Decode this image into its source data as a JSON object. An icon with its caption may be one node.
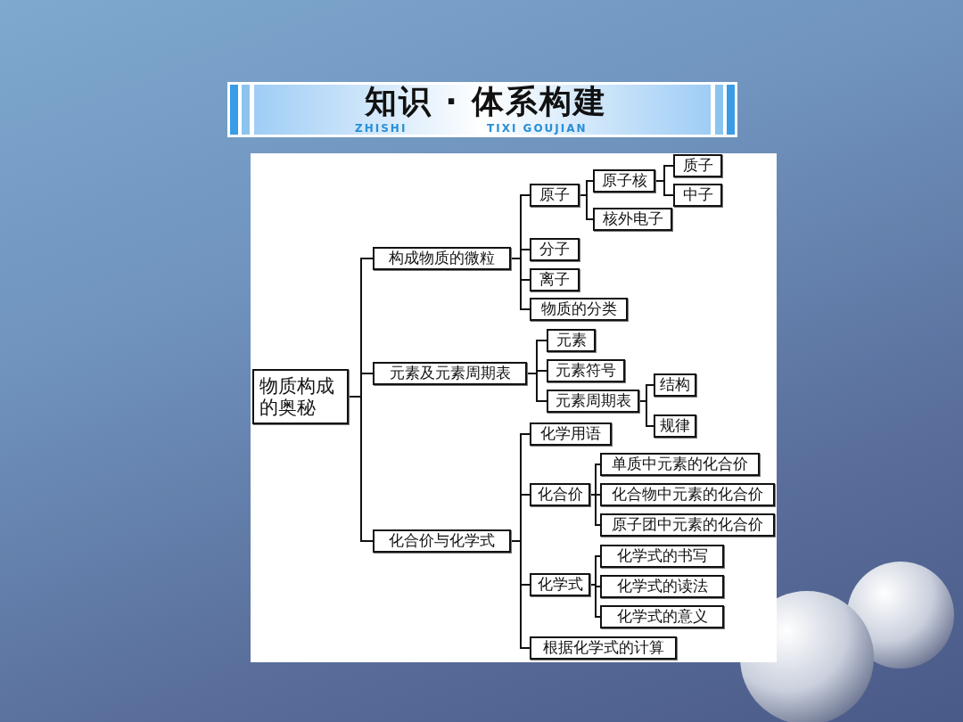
{
  "diagram": {
    "title": "知识 · 体系构建",
    "nodes": [
      {
        "text": [
          "物质构成的奥秘"
        ]
      },
      {
        "text": [
          "构成物质的微粒"
        ]
      },
      {
        "text": [
          "元素及元素周期表"
        ]
      },
      {
        "text": [
          "化合价与化学式"
        ]
      },
      {
        "text": [
          "原子"
        ]
      },
      {
        "text": [
          "分子"
        ]
      },
      {
        "text": [
          "离子"
        ]
      },
      {
        "text": [
          "物质的分类"
        ]
      },
      {
        "text": [
          "原子核"
        ]
      },
      {
        "text": [
          "核外电子"
        ]
      },
      {
        "text": [
          "质子"
        ]
      },
      {
        "text": [
          "中子"
        ]
      },
      {
        "text": [
          "元素"
        ]
      },
      {
        "text": [
          "元素符号"
        ]
      },
      {
        "text": [
          "元素周期表"
        ]
      },
      {
        "text": [
          "结构"
        ]
      },
      {
        "text": [
          "规律"
        ]
      },
      {
        "text": [
          "化学用语"
        ]
      },
      {
        "text": [
          "化合价"
        ]
      },
      {
        "text": [
          "化学式"
        ]
      },
      {
        "text": [
          "根据化学式的计算"
        ]
      },
      {
        "text": [
          "单质中元素的化合价"
        ]
      },
      {
        "text": [
          "化合物中元素的化合价"
        ]
      },
      {
        "text": [
          "原子团中元素的化合价"
        ]
      },
      {
        "text": [
          "化学式的书写"
        ]
      },
      {
        "text": [
          "化学式的读法"
        ]
      },
      {
        "text": [
          "化学式的意义"
        ]
      }
    ],
    "edges": [
      {
        "from": 0,
        "to": 1,
        "arrow": "none"
      },
      {
        "from": 0,
        "to": 2,
        "arrow": "none"
      },
      {
        "from": 0,
        "to": 3,
        "arrow": "none"
      },
      {
        "from": 1,
        "to": 4,
        "arrow": "none"
      },
      {
        "from": 1,
        "to": 5,
        "arrow": "none"
      },
      {
        "from": 1,
        "to": 6,
        "arrow": "none"
      },
      {
        "from": 1,
        "to": 7,
        "arrow": "none"
      },
      {
        "from": 4,
        "to": 8,
        "arrow": "none"
      },
      {
        "from": 4,
        "to": 9,
        "arrow": "none"
      },
      {
        "from": 8,
        "to": 10,
        "arrow": "none"
      },
      {
        "from": 8,
        "to": 11,
        "arrow": "none"
      },
      {
        "from": 2,
        "to": 12,
        "arrow": "none"
      },
      {
        "from": 2,
        "to": 13,
        "arrow": "none"
      },
      {
        "from": 2,
        "to": 14,
        "arrow": "none"
      },
      {
        "from": 14,
        "to": 15,
        "arrow": "none"
      },
      {
        "from": 14,
        "to": 16,
        "arrow": "none"
      },
      {
        "from": 3,
        "to": 17,
        "arrow": "none"
      },
      {
        "from": 3,
        "to": 18,
        "arrow": "none"
      },
      {
        "from": 3,
        "to": 19,
        "arrow": "none"
      },
      {
        "from": 3,
        "to": 20,
        "arrow": "none"
      },
      {
        "from": 18,
        "to": 21,
        "arrow": "none"
      },
      {
        "from": 18,
        "to": 22,
        "arrow": "none"
      },
      {
        "from": 18,
        "to": 23,
        "arrow": "none"
      },
      {
        "from": 19,
        "to": 24,
        "arrow": "none"
      },
      {
        "from": 19,
        "to": 25,
        "arrow": "none"
      },
      {
        "from": 19,
        "to": 26,
        "arrow": "none"
      }
    ],
    "labels": [
      "ZHISHI",
      "TIXI GOUJIAN"
    ]
  }
}
